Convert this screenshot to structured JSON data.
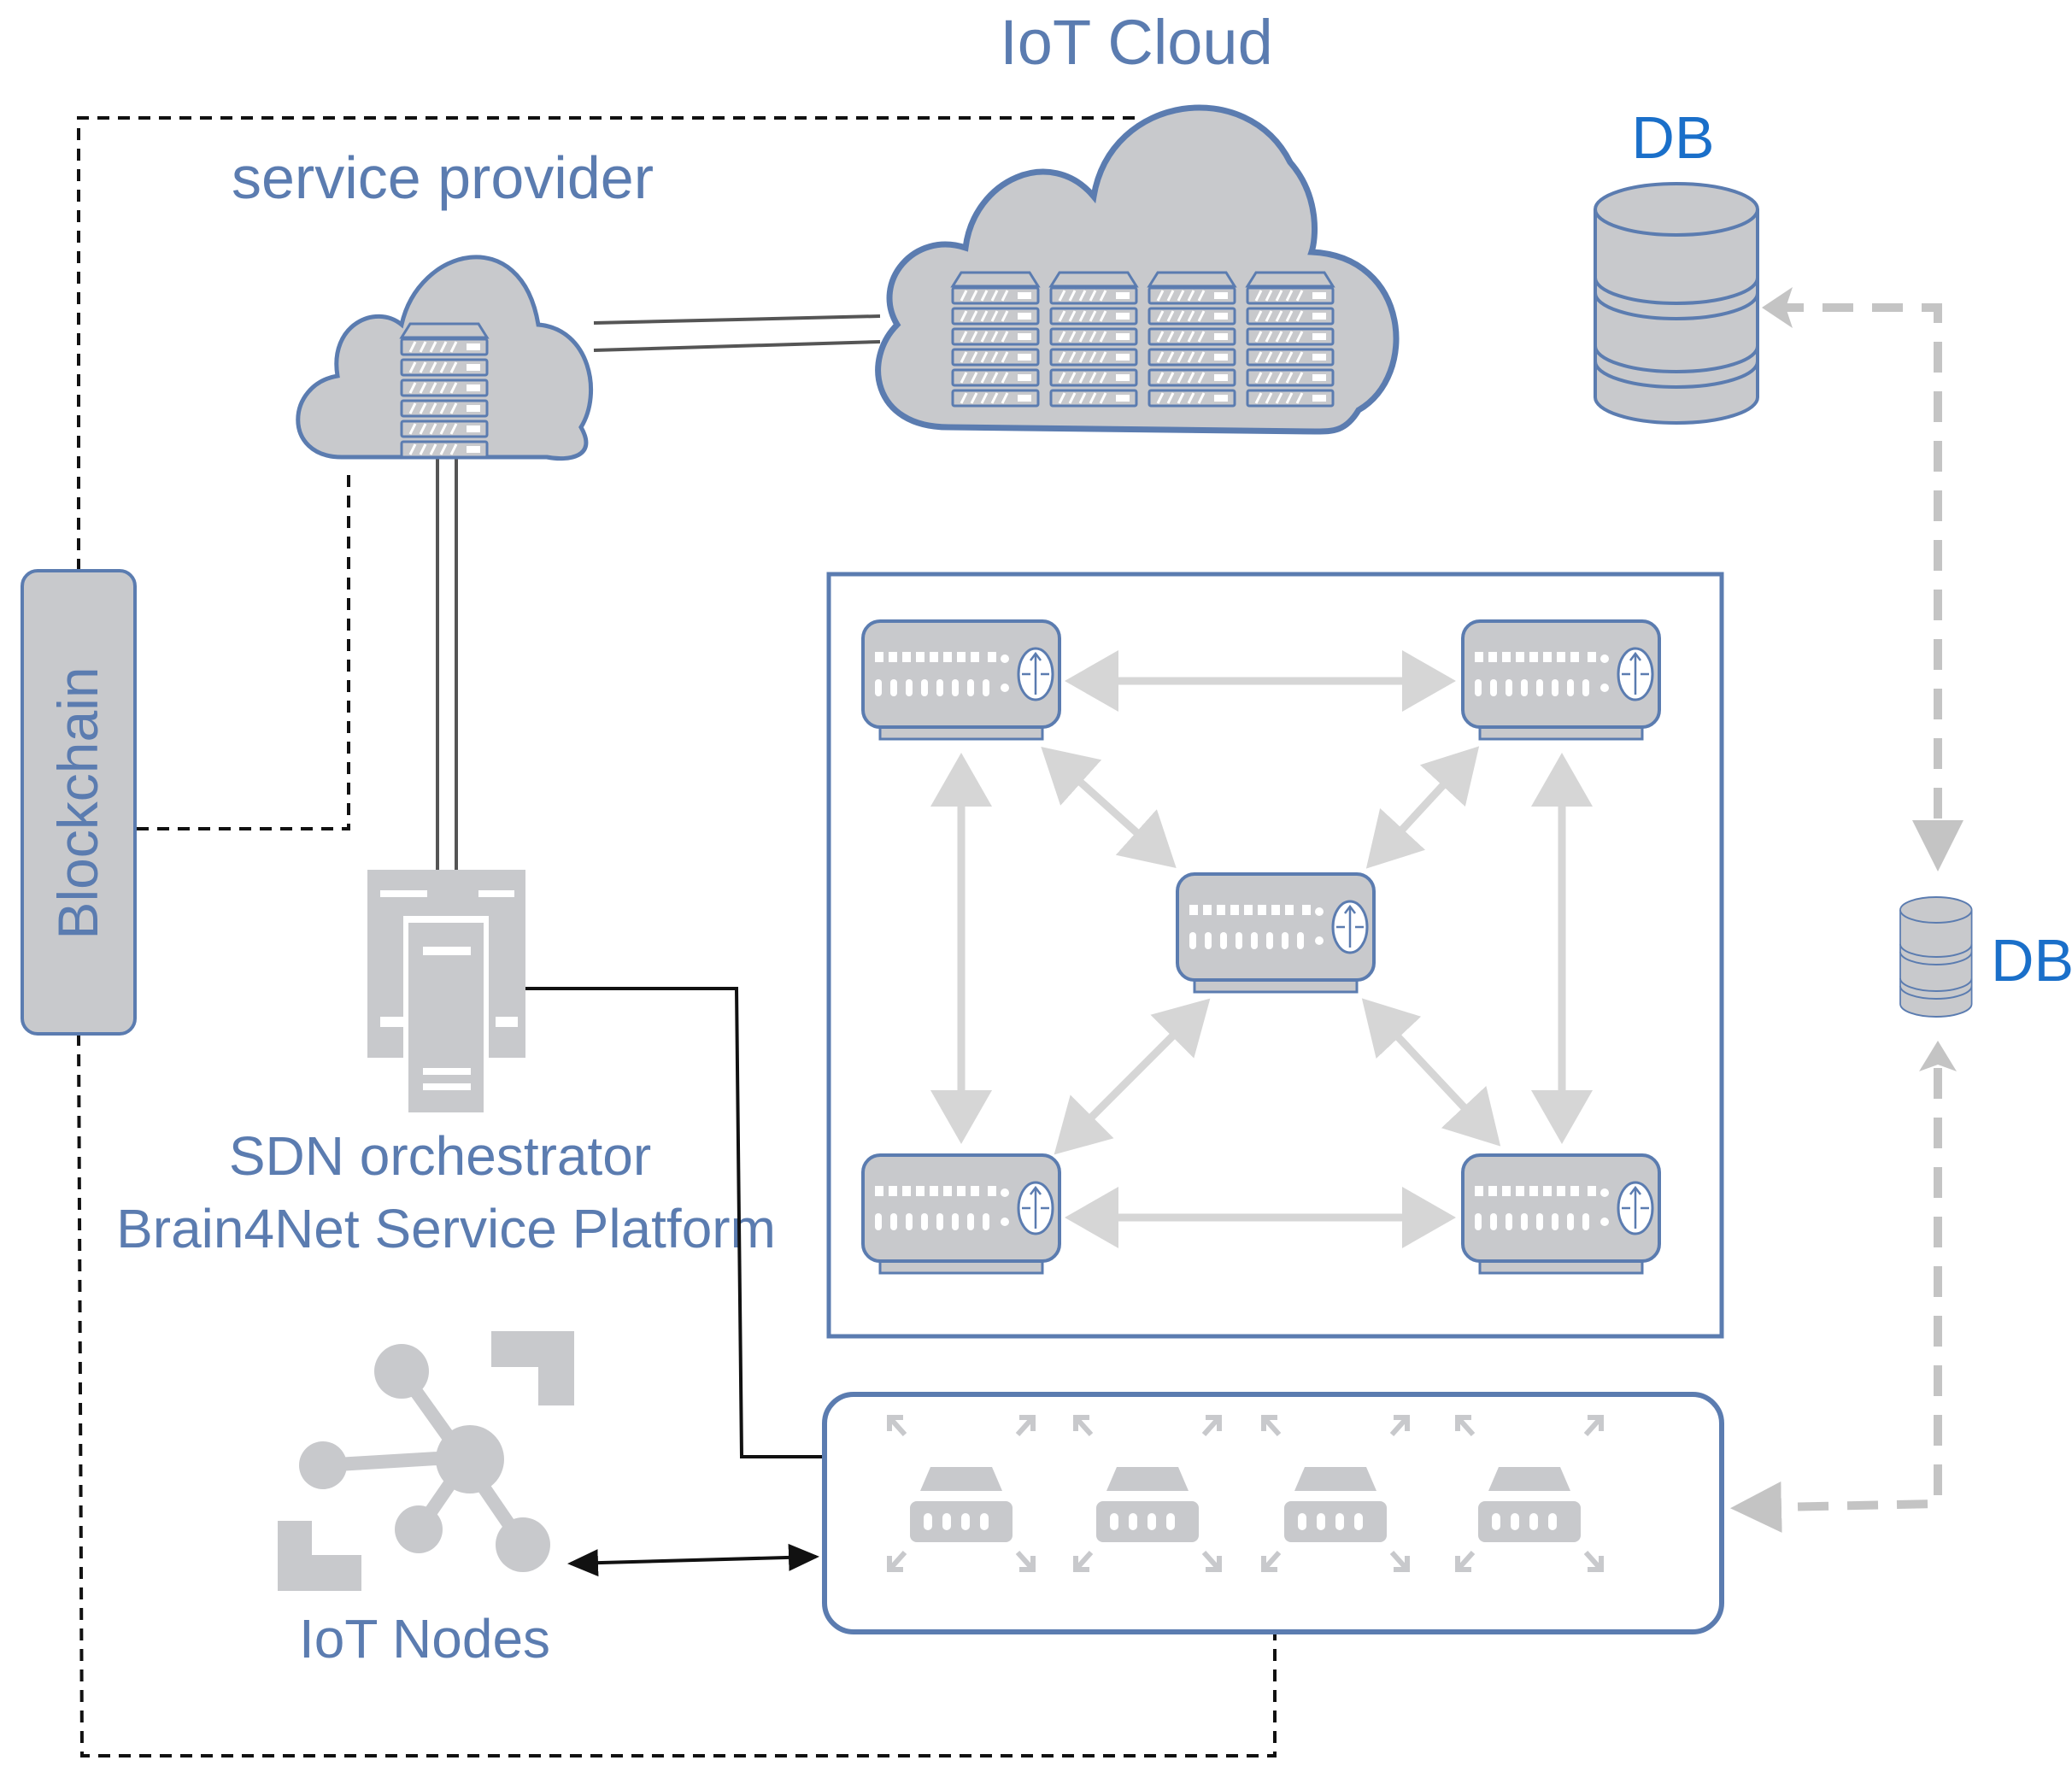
{
  "labels": {
    "iot_cloud": "IoT Cloud",
    "service_provider": "service provider",
    "db_top": "DB",
    "db_side": "DB",
    "blockchain": "Blockchain",
    "sdn_line1": "SDN orchestrator",
    "sdn_line2": "Brain4Net Service Platform",
    "iot_nodes": "IoT Nodes"
  },
  "colors": {
    "accent_blue": "#5b7cb0",
    "db_label": "#1a6fc9",
    "device_gray": "#c8c9cc",
    "arrow_light": "#d6d6d6",
    "arrow_db": "#c4c4c4"
  },
  "icons": {
    "cloud": "cloud-icon",
    "server": "server-rack-icon",
    "database": "database-icon",
    "router": "router-icon",
    "switch": "switch-icon",
    "orchestrator": "server-tower-icon",
    "iot": "iot-network-icon"
  }
}
